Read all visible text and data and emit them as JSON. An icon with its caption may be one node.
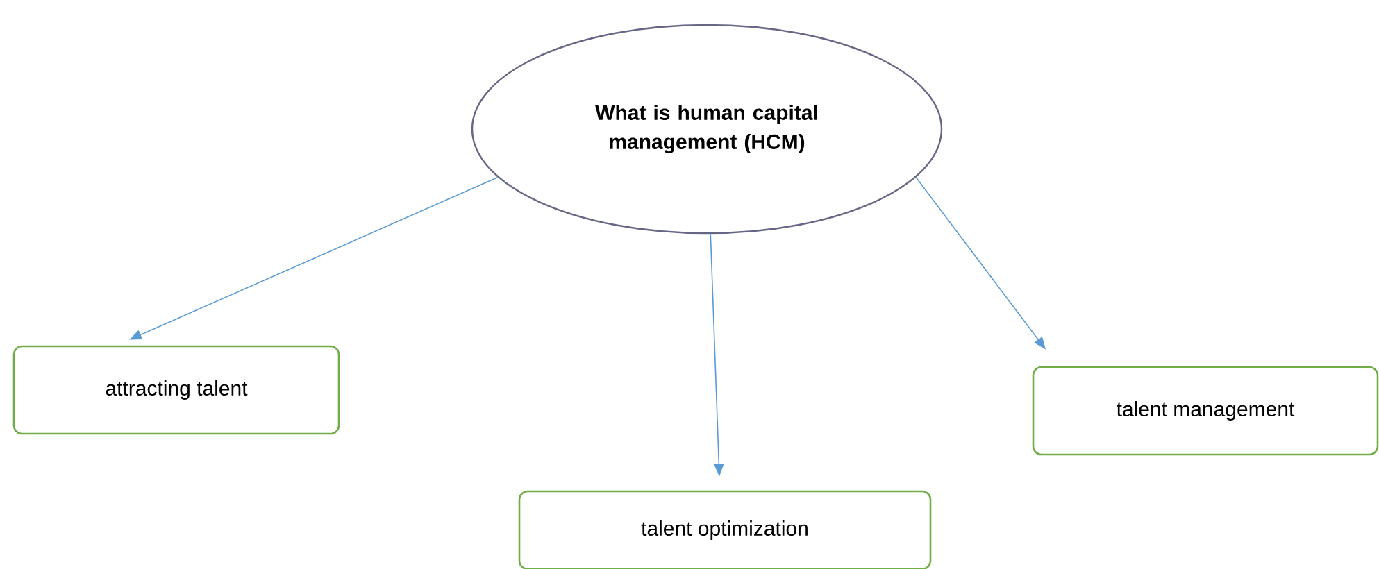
{
  "diagram": {
    "nodes": [
      {
        "text": [
          "What is human capital management (HCM)"
        ]
      },
      {
        "text": [
          "attracting talent"
        ]
      },
      {
        "text": [
          "talent optimization"
        ]
      },
      {
        "text": [
          "talent management"
        ]
      }
    ],
    "edges": [
      {
        "from": 0,
        "to": 1,
        "arrow": "to"
      },
      {
        "from": 0,
        "to": 2,
        "arrow": "to"
      },
      {
        "from": 0,
        "to": 3,
        "arrow": "to"
      }
    ]
  }
}
